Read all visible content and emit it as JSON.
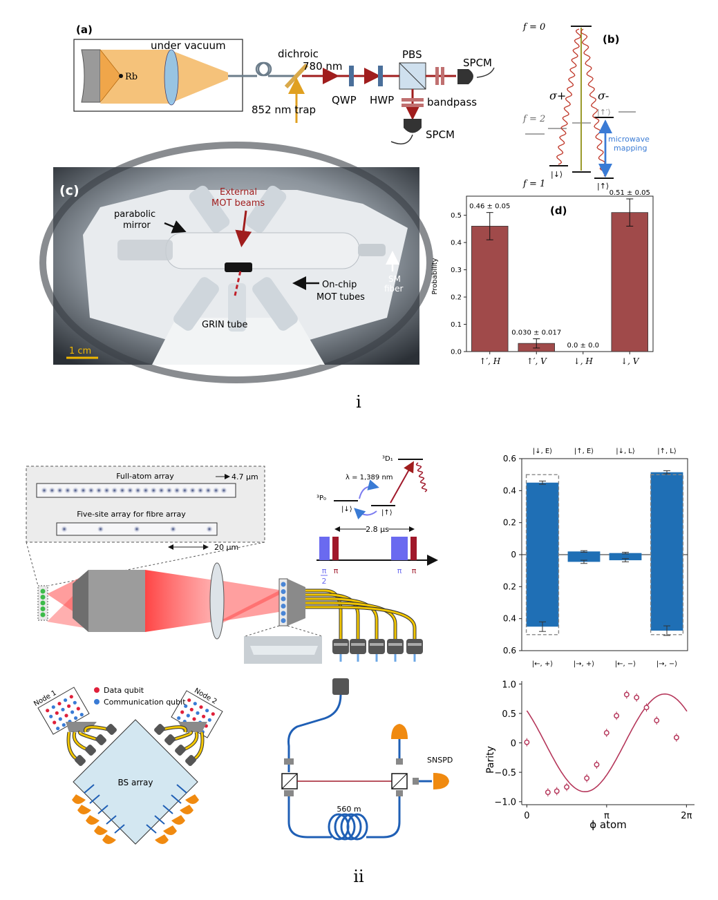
{
  "panel_i": {
    "roman": "i",
    "a": {
      "label": "(a)",
      "under_vacuum": "under vacuum",
      "rb": "Rb",
      "dichroic": "dichroic",
      "nm780": "780 nm",
      "trap852": "852 nm trap",
      "pbs": "PBS",
      "qwp": "QWP",
      "hwp": "HWP",
      "bandpass": "bandpass",
      "spcm": "SPCM"
    },
    "b": {
      "label": "(b)",
      "f0": "f = 0",
      "f2": "f = 2",
      "f1": "f = 1",
      "sigma_plus": "σ+",
      "sigma_minus": "σ-",
      "ket_up_prime": "|↑′⟩",
      "ket_down": "|↓⟩",
      "ket_up": "|↑⟩",
      "mw_line1": "microwave",
      "mw_line2": "mapping",
      "colors": {
        "wave": "#c0392b",
        "mw": "#3a7bd5",
        "gold": "#9a9a2a"
      }
    },
    "c": {
      "label": "(c)",
      "external_mot1": "External",
      "external_mot2": "MOT beams",
      "parabolic1": "parabolic",
      "parabolic2": "mirror",
      "onchip1": "On-chip",
      "onchip2": "MOT tubes",
      "grin": "GRIN tube",
      "sm1": "SM",
      "sm2": "fiber",
      "scale": "1 cm"
    },
    "d": {
      "label": "(d)",
      "chart_data": {
        "type": "bar",
        "categories": [
          "↑′, H",
          "↑′, V",
          "↓, H",
          "↓, V"
        ],
        "values": [
          0.46,
          0.03,
          0.0,
          0.51
        ],
        "errors": [
          0.05,
          0.017,
          0.0,
          0.05
        ],
        "value_labels": [
          "0.46 ± 0.05",
          "0.030 ± 0.017",
          "0.0 ± 0.0",
          "0.51 ± 0.05"
        ],
        "ylabel": "Probability",
        "yticks": [
          "0.0",
          "0.1",
          "0.2",
          "0.3",
          "0.4",
          "0.5"
        ],
        "ylim": [
          0,
          0.57
        ],
        "color": "#a04a4a"
      }
    }
  },
  "panel_ii": {
    "roman": "ii",
    "inset": {
      "full_array": "Full-atom array",
      "scale1": "4.7 μm",
      "five_site": "Five-site array for fibre array",
      "scale2": "20 μm"
    },
    "levels": {
      "d1": "³D₁",
      "p0": "³P₀",
      "lambda": "λ = 1,389 nm",
      "ket_down": "|↓⟩",
      "ket_up": "|↑⟩",
      "time": "2.8 μs",
      "pi_half_top": "π",
      "pi_half_bot": "2",
      "pi": "π"
    },
    "network": {
      "node1": "Node 1",
      "node2": "Node 2",
      "data_qubit": "Data qubit",
      "comm_qubit": "Communication qubit",
      "bs_array": "BS array",
      "snspd": "SNSPD",
      "fiber_length": "560 m"
    },
    "bar_chart": {
      "chart_data": {
        "type": "bar",
        "top_categories": [
          "|↓, E⟩",
          "|↑, E⟩",
          "|↓, L⟩",
          "|↑, L⟩"
        ],
        "bottom_categories": [
          "|←, +⟩",
          "|→, +⟩",
          "|←, −⟩",
          "|→, −⟩"
        ],
        "top_values": [
          0.45,
          0.02,
          0.01,
          0.515
        ],
        "top_errors": [
          0.01,
          0.005,
          0.005,
          0.01
        ],
        "bottom_values": [
          0.45,
          0.045,
          0.035,
          0.475
        ],
        "bottom_errors": [
          0.03,
          0.01,
          0.01,
          0.03
        ],
        "ideal": [
          0.5,
          0,
          0,
          0.5
        ],
        "yticks": [
          "0.6",
          "0.4",
          "0.2",
          "0",
          "0.2",
          "0.4",
          "0.6"
        ],
        "ylim": [
          -0.6,
          0.6
        ],
        "color": "#1f6fb5"
      }
    },
    "parity_chart": {
      "chart_data": {
        "type": "scatter",
        "x": [
          0.0,
          0.83,
          1.18,
          1.57,
          2.36,
          2.75,
          3.14,
          3.53,
          3.93,
          4.32,
          4.71,
          5.11,
          5.89
        ],
        "y": [
          0.01,
          -0.84,
          -0.82,
          -0.75,
          -0.6,
          -0.37,
          0.17,
          0.46,
          0.82,
          0.77,
          0.6,
          0.38,
          0.09
        ],
        "fit": {
          "amplitude": 0.83,
          "phase_offset": 0.72,
          "offset": 0.0
        },
        "ylabel": "Parity",
        "xlabel": "ϕ atom",
        "xticks": [
          "0",
          "π",
          "2π"
        ],
        "yticks": [
          "1.0",
          "0.5",
          "0",
          "−0.5",
          "−1.0"
        ],
        "ylim": [
          -1.05,
          1.05
        ],
        "color": "#b5365a"
      }
    }
  }
}
